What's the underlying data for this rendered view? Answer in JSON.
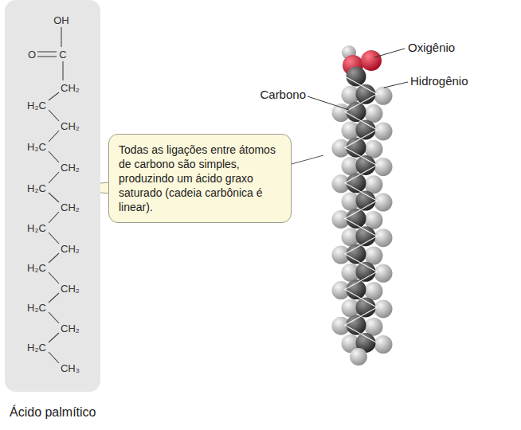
{
  "diagram": {
    "caption": "Ácido palmítico",
    "nodes": [
      {
        "text": [
          "OH",
          "O",
          "C",
          "CH₂",
          "H₂C",
          "CH₂",
          "H₂C",
          "CH₂",
          "H₂C",
          "CH₂",
          "H₂C",
          "CH₂",
          "H₂C",
          "CH₂",
          "H₂C",
          "CH₂",
          "H₂C",
          "CH₃"
        ]
      },
      {
        "text": [
          "Todas as ligações entre átomos de carbono são simples, produzindo um ácido graxo saturado (cadeia carbônica é linear)."
        ]
      }
    ],
    "labels": [
      "Oxigênio",
      "Hidrogênio",
      "Carbono"
    ]
  }
}
